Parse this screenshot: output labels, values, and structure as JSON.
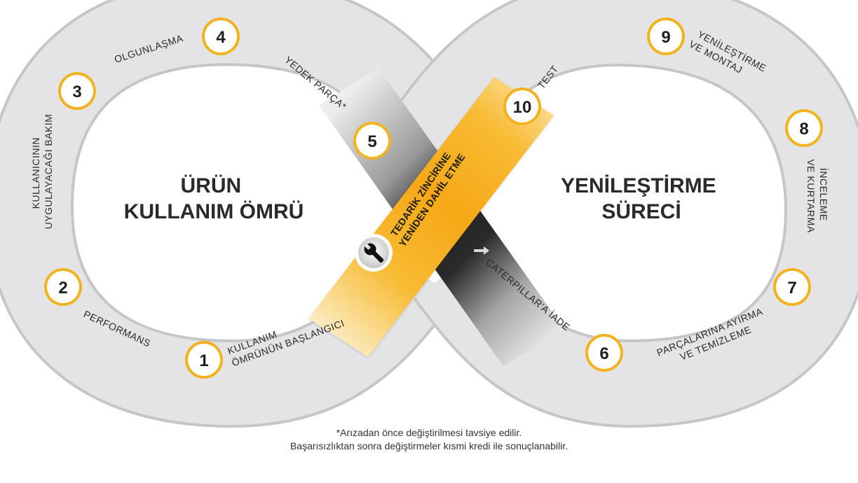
{
  "titles": {
    "left": [
      "ÜRÜN",
      "KULLANIM ÖMRÜ"
    ],
    "right": [
      "YENİLEŞTİRME",
      "SÜRECİ"
    ]
  },
  "steps": [
    {
      "number": "1",
      "lines": [
        "KULLANIM",
        "ÖMRÜNÜN BAŞLANGICI"
      ]
    },
    {
      "number": "2",
      "lines": [
        "PERFORMANS"
      ]
    },
    {
      "number": "3",
      "lines": [
        "KULLANICININ",
        "UYGULAYACAĞI BAKIM"
      ]
    },
    {
      "number": "4",
      "lines": [
        "OLGUNLAŞMA"
      ]
    },
    {
      "number": "5",
      "lines": [
        "YEDEK PARÇA*"
      ]
    },
    {
      "number": "6",
      "lines": [
        "CATERPILLAR'A İADE"
      ]
    },
    {
      "number": "7",
      "lines": [
        "PARÇALARINA AYIRMA",
        "VE TEMİZLEME"
      ]
    },
    {
      "number": "8",
      "lines": [
        "İNCELEME",
        "VE KURTARMA"
      ]
    },
    {
      "number": "9",
      "lines": [
        "YENİLEŞTİRME",
        "VE MONTAJ"
      ]
    },
    {
      "number": "10",
      "lines": [
        "TEST"
      ]
    }
  ],
  "crossover": {
    "lines": [
      "TEDARİK ZİNCİRİNE",
      "YENİDEN DAHİL ETME"
    ],
    "icon": "wrench-icon"
  },
  "footnote": [
    "*Arızadan önce değiştirilmesi tavsiye edilir.",
    "Başarısızlıktan sonra değiştirmeler kısmi kredi ile sonuçlanabilir."
  ],
  "colors": {
    "ring": "#e2e2e4",
    "ring_edge": "#c9c9cc",
    "band_yellow": "#f8b323",
    "band_dark": "#2e2e2e",
    "badge_border": "#f1b320",
    "text": "#2b2b2b"
  }
}
